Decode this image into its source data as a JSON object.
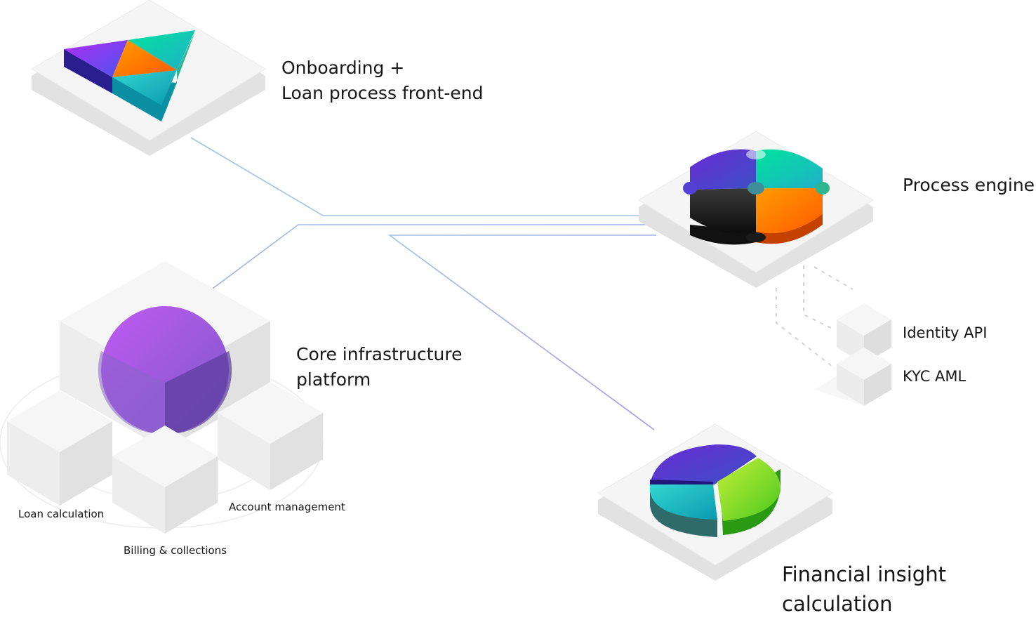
{
  "nodes": {
    "onboarding": {
      "line1": "Onboarding +",
      "line2": "Loan process front-end"
    },
    "process_engine": {
      "title": "Process engine"
    },
    "identity_api": {
      "title": "Identity API"
    },
    "kyc_aml": {
      "title": "KYC AML"
    },
    "core_platform": {
      "line1": "Core infrastructure",
      "line2": "platform"
    },
    "loan_calculation": {
      "title": "Loan calculation"
    },
    "billing": {
      "title": "Billing & collections"
    },
    "account_management": {
      "title": "Account management"
    },
    "financial_insight": {
      "line1": "Financial insight",
      "line2": "calculation"
    }
  },
  "colors": {
    "connector": "#9bbbe3",
    "connector_violet": "#a7a0e8",
    "tile_top": "#f4f4f4",
    "tile_side": "#e0e0e0",
    "purple": "#a35ad6",
    "teal": "#1ec8b0",
    "orange": "#ff7a00",
    "green": "#7ad11a",
    "indigo": "#3d2a9a"
  }
}
